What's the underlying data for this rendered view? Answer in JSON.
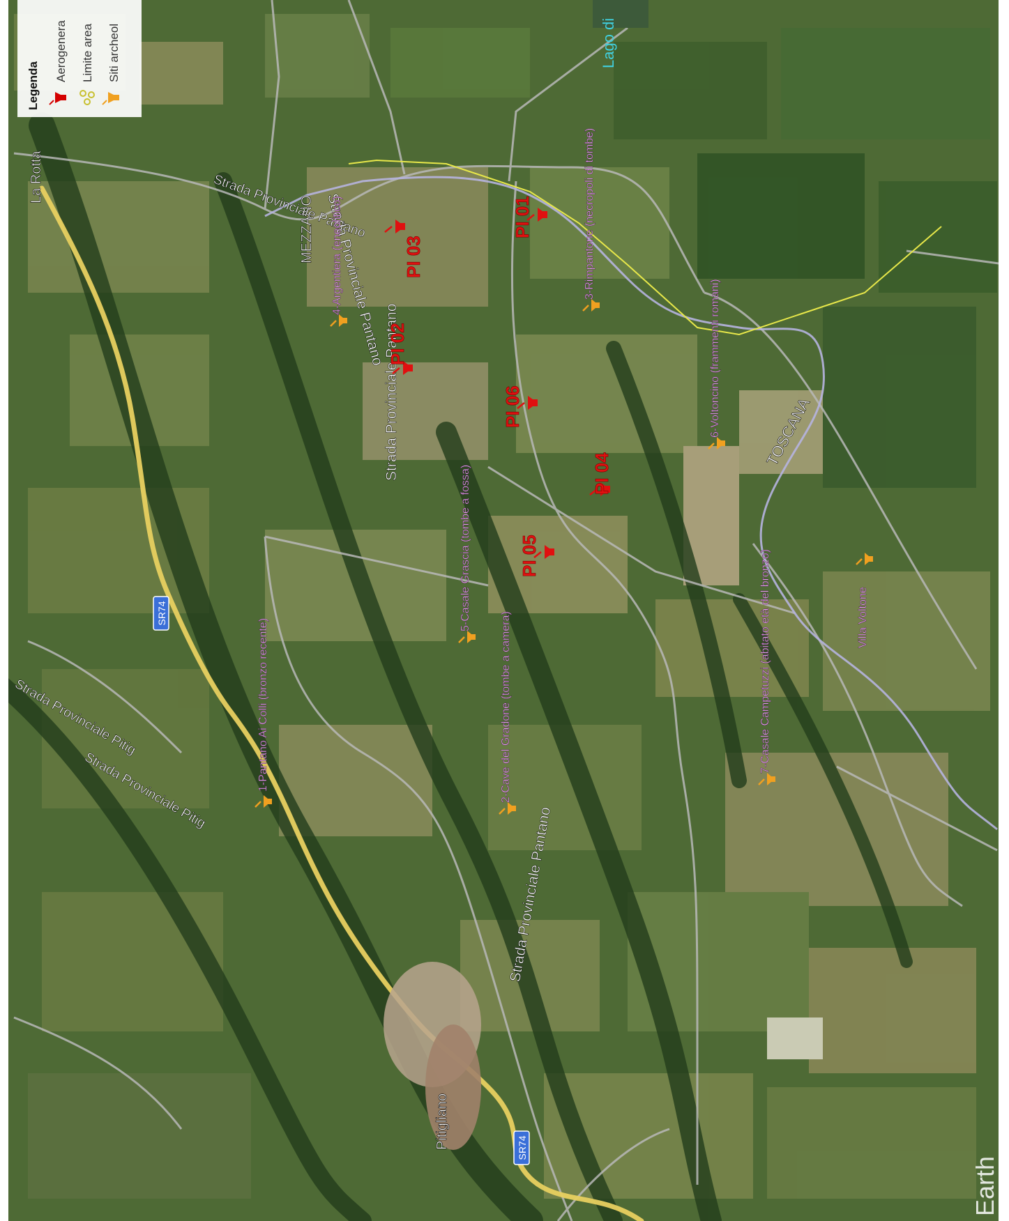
{
  "legend": {
    "title": "Legenda",
    "items": [
      {
        "label": "Aerogenera",
        "icon": "red-pushpin-icon",
        "color": "#d40000"
      },
      {
        "label": "Limite area",
        "icon": "yellow-polygon-icon",
        "color": "#e8e84a"
      },
      {
        "label": "Siti archeol",
        "icon": "orange-pushpin-icon",
        "color": "#f0a020"
      }
    ]
  },
  "turbines": [
    {
      "label": "PI 01"
    },
    {
      "label": "PI 02"
    },
    {
      "label": "PI 03"
    },
    {
      "label": "PI 04"
    },
    {
      "label": "PI 05"
    },
    {
      "label": "PI 06"
    }
  ],
  "sites": [
    {
      "label": "1-Pantano Ai Colli (bronzo recente)"
    },
    {
      "label": "2-Cave del Gradone (tombe a camera)"
    },
    {
      "label": "3-Rimpantone (necropoli di tombe)"
    },
    {
      "label": "4-Argentiera (eneolitico)"
    },
    {
      "label": "5-Casale Grascia (tombe a fossa)"
    },
    {
      "label": "6-Voltoncino (frammenti romani)"
    },
    {
      "label": "7-Casale Campetuzzi (abitato età del bronzo)"
    },
    {
      "label": "Villa Voltone"
    }
  ],
  "places": {
    "la_rotta": "La Rotta",
    "mezzano": "MEZZANO",
    "lago": "Lago di",
    "toscana": "TOSCANA",
    "pitigliano": "Pitigliano"
  },
  "roads": {
    "sp_pantano_1": "Strada Provinciale Pantano",
    "sp_pantano_2": "Strada Provinciale Pantano",
    "sp_pantano_3": "Strada Provinciale Pantano",
    "sp_pantano_4": "Strada Provinciale Pantano",
    "sp_pitig_1": "Strada Provinciale Pitig",
    "sp_pitig_2": "Strada Provinciale Pitig",
    "sr74_a": "SR74",
    "sr74_b": "SR74"
  },
  "brand": "Earth",
  "colors": {
    "turbine": "#e01010",
    "site_pin": "#f0a020",
    "site_label": "#e8a0f0",
    "area_boundary": "#e8e84a",
    "main_road": "#e8d060",
    "road_shield": "#3a6fd8",
    "water_label": "#40d0e0"
  }
}
